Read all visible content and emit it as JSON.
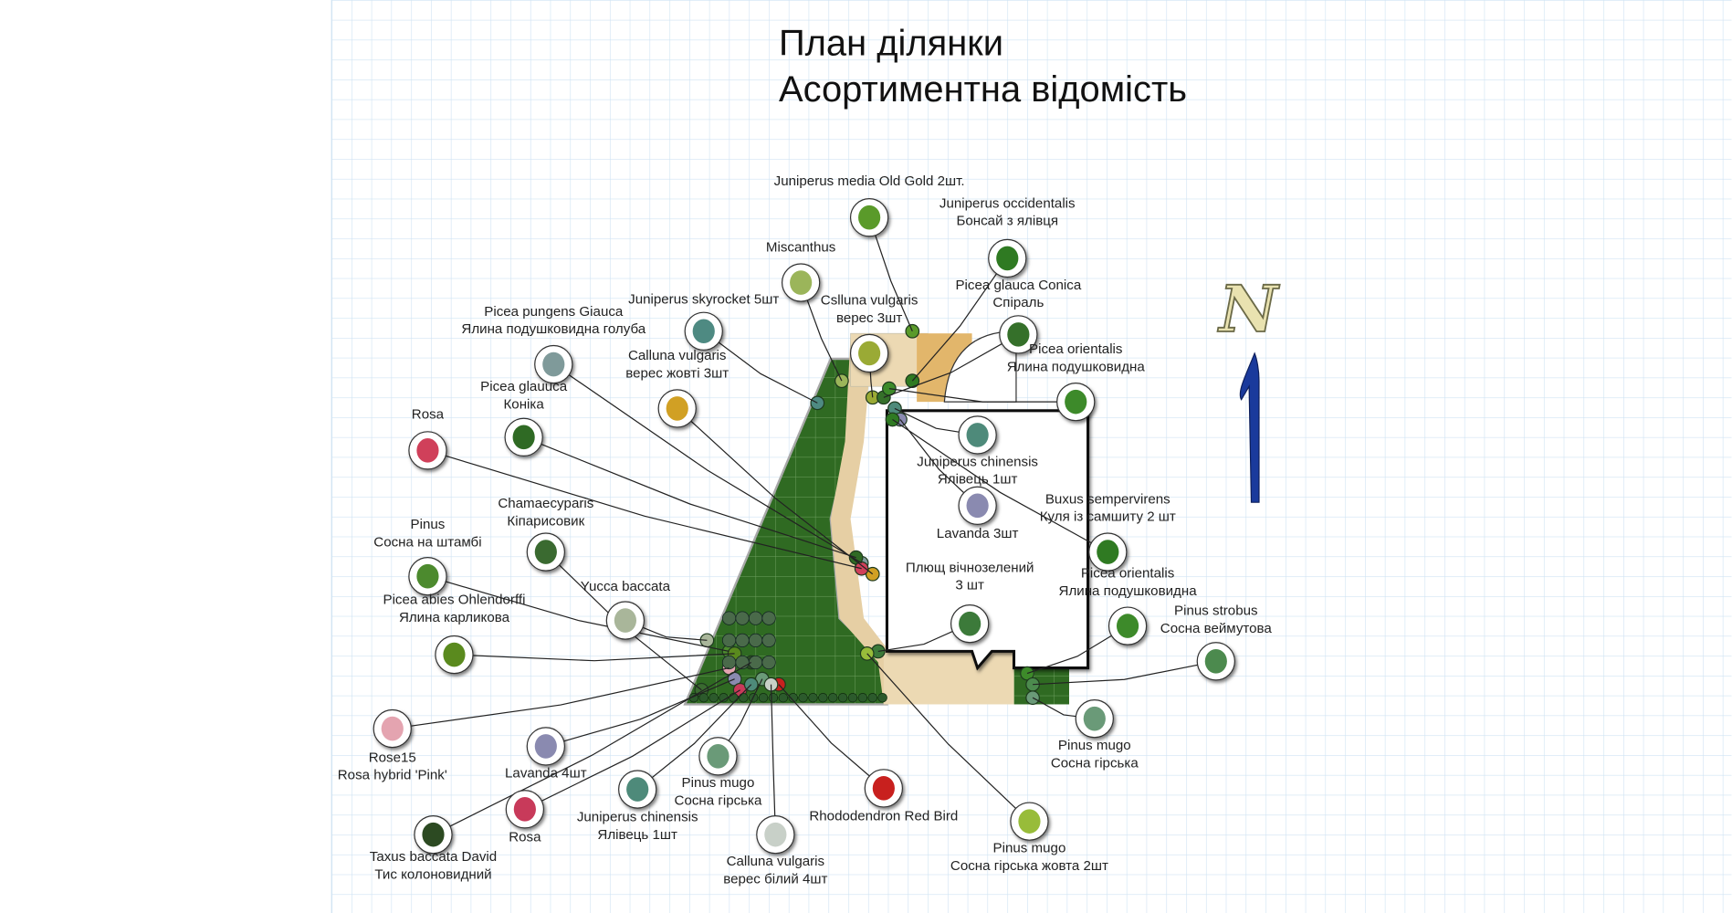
{
  "title": {
    "line1": "План ділянки",
    "line2": "Асортиментна відомість"
  },
  "compass": {
    "letter": "N",
    "arrow_color": "#1a3a9c"
  },
  "colors": {
    "grid_line": "#cfe3f3",
    "lawn": "#2f6a22",
    "path": "#e6cfa4",
    "deck": "#e2b66b",
    "house": "#ffffff"
  },
  "plants": [
    {
      "l1": "Juniperus media Old Gold 2шт.",
      "l2": "",
      "color": "#5a9a2a"
    },
    {
      "l1": "Juniperus occidentalis",
      "l2": "Бонсай з ялівця",
      "color": "#2f7a22"
    },
    {
      "l1": "Miscanthus",
      "l2": "",
      "color": "#9bb55a"
    },
    {
      "l1": "Juniperus skyrocket 5шт",
      "l2": "",
      "color": "#4e8a82"
    },
    {
      "l1": "Cslluna vulgaris",
      "l2": "верес 3шт",
      "color": "#9aaa35"
    },
    {
      "l1": "Picea glauca Conica",
      "l2": "Спіраль",
      "color": "#35702a"
    },
    {
      "l1": "Picea pungens Giauca",
      "l2": "Ялина подушковидна голуба",
      "color": "#7f9a9a"
    },
    {
      "l1": "Picea orientalis",
      "l2": "Ялина подушковидна",
      "color": "#3d8a2a"
    },
    {
      "l1": "Calluna vulgaris",
      "l2": "верес жовті 3шт",
      "color": "#d1a024"
    },
    {
      "l1": "Picea glauuca",
      "l2": "Коніка",
      "color": "#2f6a24"
    },
    {
      "l1": "Rosa",
      "l2": "",
      "color": "#d0405a"
    },
    {
      "l1": "Juniperus chinensis",
      "l2": "Ялівець 1шт",
      "color": "#4e8a7a"
    },
    {
      "l1": "Lavanda 3шт",
      "l2": "",
      "color": "#8a8ab0"
    },
    {
      "l1": "Buxus sempervirens",
      "l2": "Куля із самшиту 2 шт",
      "color": "#2f7a22"
    },
    {
      "l1": "Chamaecyparis",
      "l2": "Кіпарисовик",
      "color": "#3a6a30"
    },
    {
      "l1": "Pinus",
      "l2": "Сосна на штамбі",
      "color": "#4c8a2e"
    },
    {
      "l1": "Плющ вічнозелений",
      "l2": "3 шт",
      "color": "#3c7a3a"
    },
    {
      "l1": "Picea orientalis",
      "l2": "Ялина подушковидна",
      "color": "#3d8a2a"
    },
    {
      "l1": "Yucca baccata",
      "l2": "",
      "color": "#a9b69a"
    },
    {
      "l1": "Pinus strobus",
      "l2": "Сосна веймутова",
      "color": "#4c8a4e"
    },
    {
      "l1": "Picea abies Ohlendorffi",
      "l2": "Ялина карликова",
      "color": "#5a8a1e"
    },
    {
      "l1": "Rose15",
      "l2": "Rosa hybrid 'Pink'",
      "color": "#e4a4b0"
    },
    {
      "l1": "Lavanda 4шт",
      "l2": "",
      "color": "#8a8ab0"
    },
    {
      "l1": "Pinus mugo",
      "l2": "Сосна гірська",
      "color": "#6a9a78"
    },
    {
      "l1": "Pinus mugo",
      "l2": "Сосна гірська",
      "color": "#6a9a78"
    },
    {
      "l1": "Rosa",
      "l2": "",
      "color": "#c83a5a"
    },
    {
      "l1": "Juniperus chinensis",
      "l2": "Ялівець 1шт",
      "color": "#4e8a7a"
    },
    {
      "l1": "Rhododendron Red Bird",
      "l2": "",
      "color": "#c8201e"
    },
    {
      "l1": "Taxus baccata David",
      "l2": "Тис колоновидний",
      "color": "#2c4a22"
    },
    {
      "l1": "Calluna vulgaris",
      "l2": "верес білий 4шт",
      "color": "#c8d0c8"
    },
    {
      "l1": "Pinus mugo",
      "l2": "Сосна гірська жовта 2шт",
      "color": "#98bc3a"
    }
  ]
}
